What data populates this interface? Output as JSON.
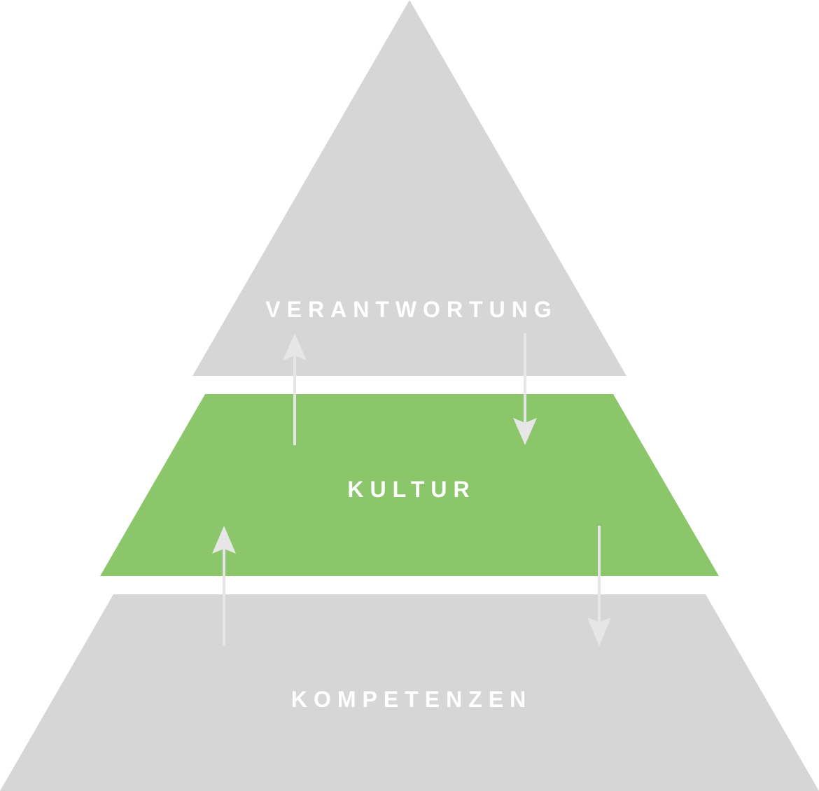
{
  "levels": {
    "top": {
      "label": "VERANTWORTUNG",
      "color": "#d6d6d6"
    },
    "middle": {
      "label": "KULTUR",
      "color": "#8bc66b"
    },
    "bottom": {
      "label": "KOMPETENZEN",
      "color": "#d6d6d6"
    }
  },
  "arrow_color": "#e6e6e6",
  "arrows": [
    {
      "name": "culture-to-responsibility",
      "direction": "up"
    },
    {
      "name": "responsibility-to-culture",
      "direction": "down"
    },
    {
      "name": "competence-to-culture",
      "direction": "up"
    },
    {
      "name": "culture-to-competence",
      "direction": "down"
    }
  ]
}
